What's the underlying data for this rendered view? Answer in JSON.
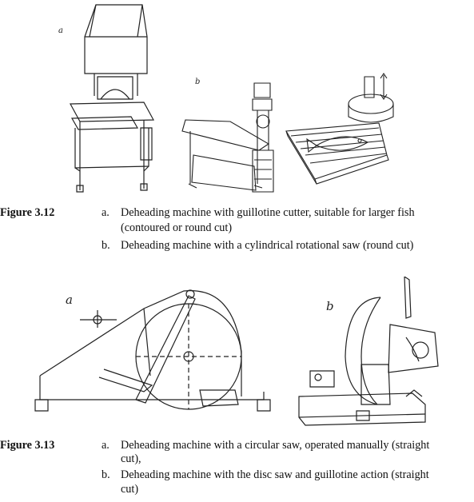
{
  "figure_3_12": {
    "panel_a_letter": "a",
    "panel_b_letter": "b",
    "label": "Figure 3.12",
    "item_a_letter": "a.",
    "item_a_line1": "Deheading machine with guillotine cutter, suitable for larger fish",
    "item_a_line2": "(contoured or round cut)",
    "item_b_letter": "b.",
    "item_b_line1": "Deheading machine with a cylindrical rotational saw (round cut)"
  },
  "figure_3_13": {
    "panel_a_letter": "a",
    "panel_b_letter": "b",
    "label": "Figure 3.13",
    "item_a_letter": "a.",
    "item_a_line1": "Deheading machine with a circular saw, operated manually (straight",
    "item_a_line2": "cut),",
    "item_b_letter": "b.",
    "item_b_line1": "Deheading machine with the disc saw and guillotine action (straight",
    "item_b_line2": "cut)"
  },
  "illustrations": [
    "guillotine-deheading-machine-icon",
    "rotational-saw-machine-icon",
    "circular-saw-machine-icon",
    "disc-saw-guillotine-icon"
  ]
}
